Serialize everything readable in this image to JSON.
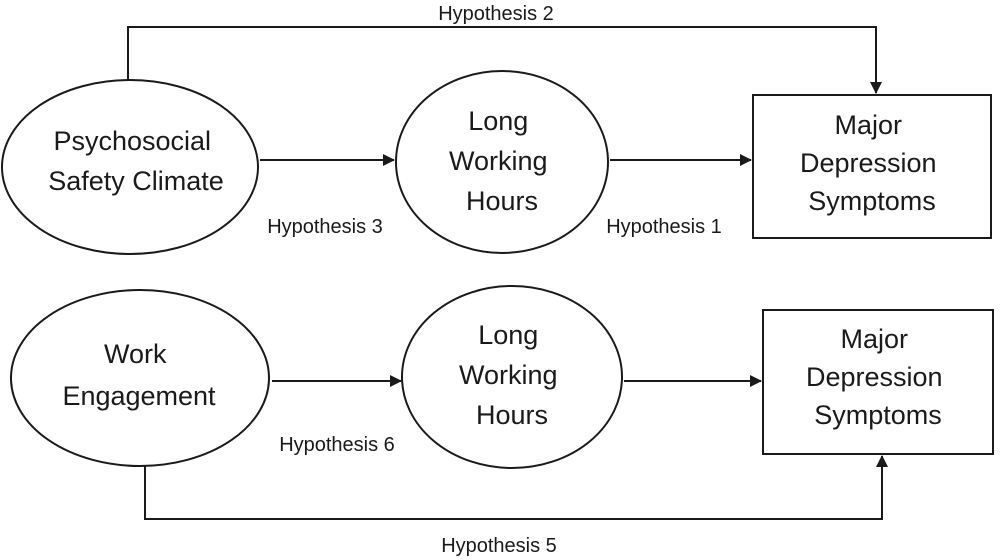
{
  "colors": {
    "stroke": "#1a1a1a",
    "background": "#ffffff"
  },
  "top_model": {
    "psc": {
      "lines": [
        "Psychosocial",
        "Safety Climate"
      ]
    },
    "lwh": {
      "lines": [
        "Long",
        "Working",
        "Hours"
      ]
    },
    "mds": {
      "lines": [
        "Major",
        "Depression",
        "Symptoms"
      ]
    },
    "h1": "Hypothesis 1",
    "h2": "Hypothesis 2",
    "h3": "Hypothesis 3"
  },
  "bottom_model": {
    "we": {
      "lines": [
        "Work",
        "Engagement"
      ]
    },
    "lwh": {
      "lines": [
        "Long",
        "Working",
        "Hours"
      ]
    },
    "mds": {
      "lines": [
        "Major",
        "Depression",
        "Symptoms"
      ]
    },
    "h5": "Hypothesis 5",
    "h6": "Hypothesis 6"
  }
}
